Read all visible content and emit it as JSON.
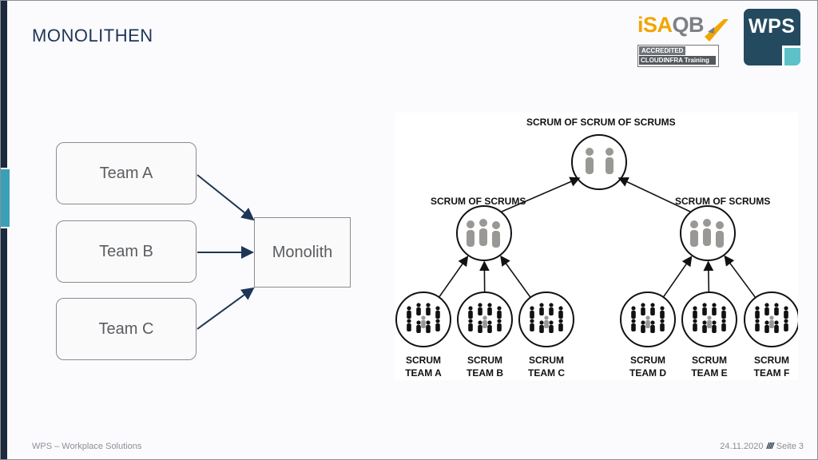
{
  "slide": {
    "title": "MONOLITHEN",
    "footer_left": "WPS – Workplace Solutions",
    "footer_date": "24.11.2020",
    "footer_sep": "////",
    "footer_page": "Seite 3"
  },
  "logos": {
    "isaqb_word_orange": "iSA",
    "isaqb_word_gray": "QB",
    "isaqb_accredited": "ACCREDITED",
    "isaqb_training": "CLOUDINFRA Training",
    "wps": "WPS"
  },
  "left_diagram": {
    "teams": [
      "Team A",
      "Team B",
      "Team C"
    ],
    "target": "Monolith"
  },
  "right_diagram": {
    "top": "SCRUM OF SCRUM OF SCRUMS",
    "mid_left": "SCRUM OF SCRUMS",
    "mid_right": "SCRUM OF SCRUMS",
    "teams": [
      {
        "line1": "SCRUM",
        "line2": "TEAM A"
      },
      {
        "line1": "SCRUM",
        "line2": "TEAM B"
      },
      {
        "line1": "SCRUM",
        "line2": "TEAM C"
      },
      {
        "line1": "SCRUM",
        "line2": "TEAM D"
      },
      {
        "line1": "SCRUM",
        "line2": "TEAM E"
      },
      {
        "line1": "SCRUM",
        "line2": "TEAM F"
      }
    ]
  },
  "colors": {
    "title": "#1d3557",
    "arrow": "#1d3557",
    "isaqb_orange": "#f2a500",
    "wps_blue": "#244a5f",
    "wps_teal": "#5ec1c9"
  }
}
